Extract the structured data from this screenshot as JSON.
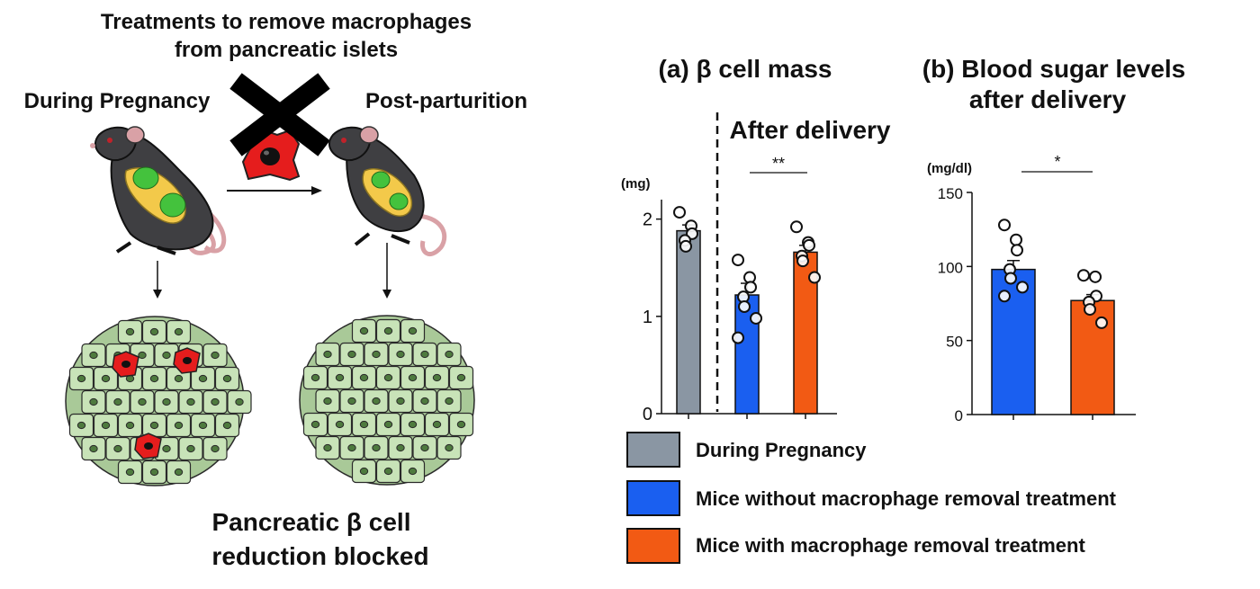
{
  "illustration": {
    "title_line1": "Treatments to remove macrophages",
    "title_line2": "from pancreatic islets",
    "left_label": "During Pregnancy",
    "right_label": "Post-parturition",
    "result_line1": "Pancreatic β cell",
    "result_line2": "reduction blocked"
  },
  "colors": {
    "gray": "#8a96a3",
    "blue": "#1a5ff0",
    "orange": "#f25a14",
    "cell_fill": "#c8e3b8",
    "macrophage": "#e51d1d"
  },
  "chart_data": [
    {
      "type": "bar",
      "title": "(a) β cell mass",
      "annotation": "After delivery",
      "unit": "(mg)",
      "significance": "**",
      "ylim": [
        0,
        2.2
      ],
      "yticks": [
        0,
        1,
        2
      ],
      "categories": [
        "During Pregnancy",
        "Mice without macrophage removal treatment",
        "Mice with macrophage removal treatment"
      ],
      "values": [
        1.88,
        1.22,
        1.66
      ],
      "errors": [
        0.06,
        0.12,
        0.07
      ],
      "points": [
        [
          2.07,
          1.93,
          1.85,
          1.78,
          1.72
        ],
        [
          1.58,
          1.4,
          1.3,
          1.2,
          1.1,
          0.98,
          0.78
        ],
        [
          1.92,
          1.76,
          1.73,
          1.62,
          1.57,
          1.4
        ]
      ],
      "colors": [
        "#8a96a3",
        "#1a5ff0",
        "#f25a14"
      ]
    },
    {
      "type": "bar",
      "title_line1": "(b) Blood sugar levels",
      "title_line2": "after delivery",
      "unit": "(mg/dl)",
      "significance": "*",
      "ylim": [
        0,
        150
      ],
      "yticks": [
        0,
        50,
        100,
        150
      ],
      "categories": [
        "Mice without macrophage removal treatment",
        "Mice with macrophage removal treatment"
      ],
      "values": [
        98,
        77
      ],
      "errors": [
        6,
        4
      ],
      "points": [
        [
          128,
          118,
          111,
          98,
          92,
          86,
          80
        ],
        [
          94,
          93,
          80,
          76,
          71,
          62
        ]
      ],
      "colors": [
        "#1a5ff0",
        "#f25a14"
      ]
    }
  ],
  "legend": [
    {
      "label": "During Pregnancy",
      "color": "#8a96a3"
    },
    {
      "label": "Mice without macrophage removal treatment",
      "color": "#1a5ff0"
    },
    {
      "label": "Mice with macrophage removal treatment",
      "color": "#f25a14"
    }
  ]
}
